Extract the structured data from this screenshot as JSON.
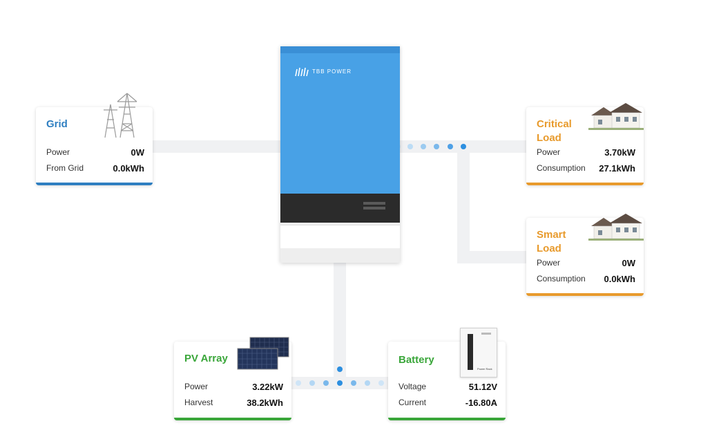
{
  "brand": {
    "logo_text": "TBB POWER",
    "logo_color": "#ffffff"
  },
  "colors": {
    "grid": "#2f7fc1",
    "critical": "#e89a2c",
    "smart": "#e89a2c",
    "pv": "#3aa63a",
    "battery": "#3aa63a",
    "flow_dot": "#2d8fe0",
    "inverter_body": "#48a1e6",
    "inverter_panel": "#2b2b2b"
  },
  "grid": {
    "title": "Grid",
    "icon": "transmission-tower-icon",
    "rows": [
      {
        "label": "Power",
        "value": "0W"
      },
      {
        "label": "From Grid",
        "value": "0.0kWh"
      }
    ]
  },
  "critical_load": {
    "title_line1": "Critical",
    "title_line2": "Load",
    "icon": "house-icon",
    "rows": [
      {
        "label": "Power",
        "value": "3.70kW"
      },
      {
        "label": "Consumption",
        "value": "27.1kWh"
      }
    ]
  },
  "smart_load": {
    "title_line1": "Smart",
    "title_line2": "Load",
    "icon": "house-icon",
    "rows": [
      {
        "label": "Power",
        "value": "0W"
      },
      {
        "label": "Consumption",
        "value": "0.0kWh"
      }
    ]
  },
  "pv_array": {
    "title": "PV Array",
    "icon": "solar-panel-icon",
    "rows": [
      {
        "label": "Power",
        "value": "3.22kW"
      },
      {
        "label": "Harvest",
        "value": "38.2kWh"
      }
    ]
  },
  "battery": {
    "title": "Battery",
    "icon": "battery-icon",
    "unit_label": "Power Rack",
    "rows": [
      {
        "label": "Voltage",
        "value": "51.12V"
      },
      {
        "label": "Current",
        "value": "-16.80A"
      }
    ]
  }
}
